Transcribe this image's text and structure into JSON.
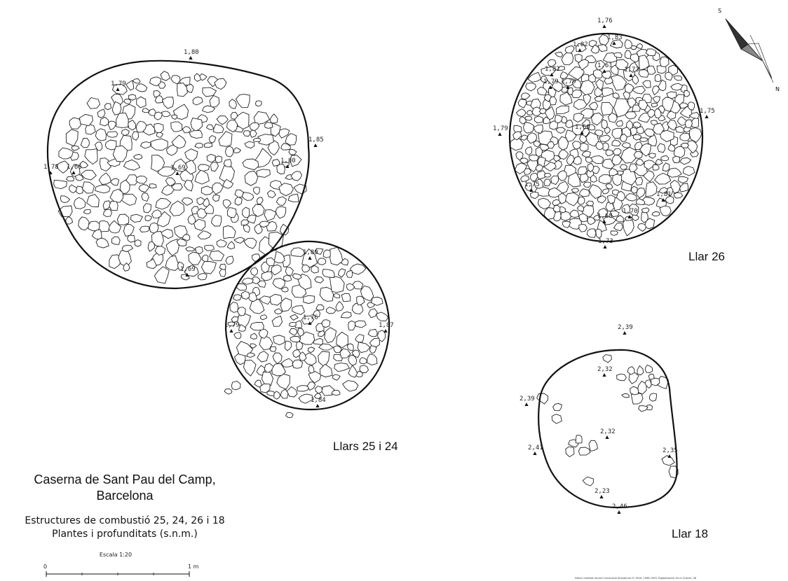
{
  "title": {
    "line1": "Caserna de Sant Pau del Camp,",
    "line2": "Barcelona",
    "subtitle1": "Estructures de combustió 25, 24, 26 i 18",
    "subtitle2": "Plantes i profunditats (s.n.m.)"
  },
  "scale_bar": {
    "label": "Escala 1:20",
    "start": "0",
    "end": "1 m"
  },
  "compass": {
    "north": "N",
    "south": "S"
  },
  "credit": "Dibuix realitzat durant l'excavació dirigida per R. Farré, 1998-1999. Digitalització: Enric Granell, 08",
  "hearths": [
    {
      "id": "llar25",
      "elevations": [
        {
          "label": "1,80"
        },
        {
          "label": "1,79"
        },
        {
          "label": "1,85"
        },
        {
          "label": "1,78"
        },
        {
          "label": "1,66"
        },
        {
          "label": "1,80"
        },
        {
          "label": "1,69"
        },
        {
          "label": "1,69"
        }
      ]
    },
    {
      "id": "llar24",
      "label": "Llars 25 i 24",
      "elevations": [
        {
          "label": "1,80"
        },
        {
          "label": "1,79"
        },
        {
          "label": "1,76"
        },
        {
          "label": "1,87"
        },
        {
          "label": "1,84"
        }
      ]
    },
    {
      "id": "llar26",
      "label": "Llar 26",
      "elevations": [
        {
          "label": "1,76"
        },
        {
          "label": "1,82"
        },
        {
          "label": "1,83"
        },
        {
          "label": "1,82"
        },
        {
          "label": "1,73"
        },
        {
          "label": "1,61"
        },
        {
          "label": "1,79"
        },
        {
          "label": "1,79"
        },
        {
          "label": "1,75"
        },
        {
          "label": "1,60"
        },
        {
          "label": "1,79"
        },
        {
          "label": "1,75"
        },
        {
          "label": "1,81"
        },
        {
          "label": "1,68"
        },
        {
          "label": "1,70"
        },
        {
          "label": "1,73"
        }
      ]
    },
    {
      "id": "llar18",
      "label": "Llar 18",
      "elevations": [
        {
          "label": "2,39"
        },
        {
          "label": "2,32"
        },
        {
          "label": "2,39"
        },
        {
          "label": "2,32"
        },
        {
          "label": "2,41"
        },
        {
          "label": "2,35"
        },
        {
          "label": "2,23"
        },
        {
          "label": "2,46"
        }
      ]
    }
  ]
}
